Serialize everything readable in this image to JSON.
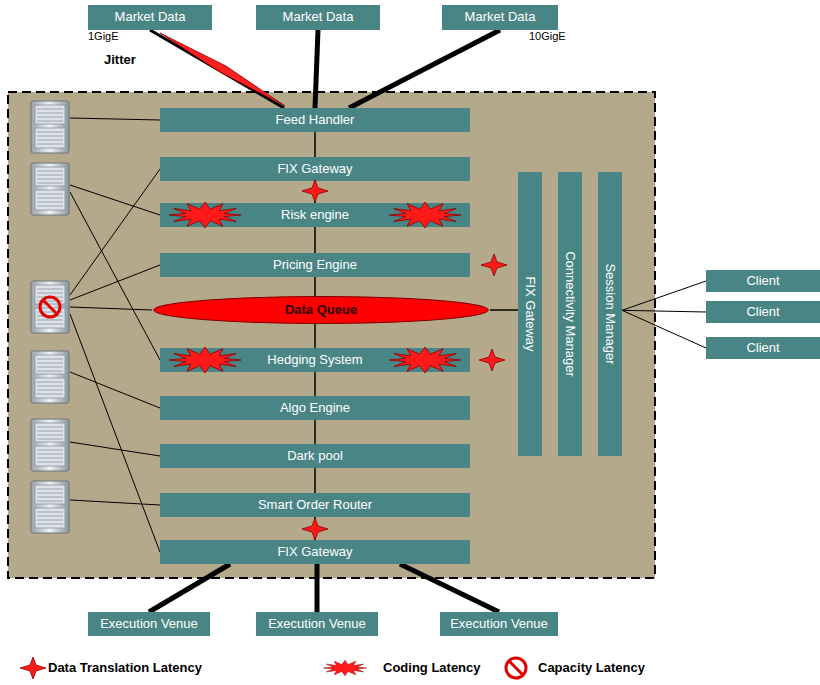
{
  "diagram": {
    "nodes": [
      {
        "text": [
          "Market Data"
        ]
      },
      {
        "text": [
          "Market Data"
        ]
      },
      {
        "text": [
          "Market Data"
        ]
      },
      {
        "text": [
          "Feed Handler"
        ]
      },
      {
        "text": [
          "FIX Gateway"
        ]
      },
      {
        "text": [
          "Risk engine"
        ]
      },
      {
        "text": [
          "Pricing Engine"
        ]
      },
      {
        "text": [
          "Data Queue"
        ]
      },
      {
        "text": [
          "Hedging System"
        ]
      },
      {
        "text": [
          "Algo Engine"
        ]
      },
      {
        "text": [
          "Dark pool"
        ]
      },
      {
        "text": [
          "Smart Order Router"
        ]
      },
      {
        "text": [
          "FIX Gateway"
        ]
      },
      {
        "text": [
          "FIX Gateway"
        ]
      },
      {
        "text": [
          "Connectivity Manager"
        ]
      },
      {
        "text": [
          "Session Manager"
        ]
      },
      {
        "text": [
          "Client"
        ]
      },
      {
        "text": [
          "Client"
        ]
      },
      {
        "text": [
          "Client"
        ]
      },
      {
        "text": [
          "Execution Venue"
        ]
      },
      {
        "text": [
          "Execution Venue"
        ]
      },
      {
        "text": [
          "Execution Venue"
        ]
      }
    ],
    "edges": [
      {
        "from": 0,
        "to": 3,
        "arrow": "none"
      },
      {
        "from": 1,
        "to": 3,
        "arrow": "none"
      },
      {
        "from": 2,
        "to": 3,
        "arrow": "none"
      },
      {
        "from": 3,
        "to": 4,
        "arrow": "none"
      },
      {
        "from": 4,
        "to": 5,
        "arrow": "none"
      },
      {
        "from": 5,
        "to": 6,
        "arrow": "none"
      },
      {
        "from": 6,
        "to": 7,
        "arrow": "none"
      },
      {
        "from": 7,
        "to": 8,
        "arrow": "none"
      },
      {
        "from": 8,
        "to": 9,
        "arrow": "none"
      },
      {
        "from": 9,
        "to": 10,
        "arrow": "none"
      },
      {
        "from": 10,
        "to": 11,
        "arrow": "none"
      },
      {
        "from": 11,
        "to": 12,
        "arrow": "none"
      },
      {
        "from": 7,
        "to": 13,
        "arrow": "none"
      },
      {
        "from": 15,
        "to": 16,
        "arrow": "none"
      },
      {
        "from": 15,
        "to": 17,
        "arrow": "none"
      },
      {
        "from": 15,
        "to": 18,
        "arrow": "none"
      },
      {
        "from": 12,
        "to": 19,
        "arrow": "none"
      },
      {
        "from": 12,
        "to": 20,
        "arrow": "none"
      },
      {
        "from": 12,
        "to": 21,
        "arrow": "none"
      }
    ],
    "labels": [
      "1GigE",
      "Jitter",
      "10GigE"
    ],
    "legend": [
      {
        "text": "Data Translation Latency"
      },
      {
        "text": "Coding Latency"
      },
      {
        "text": "Capacity Latency"
      }
    ]
  }
}
